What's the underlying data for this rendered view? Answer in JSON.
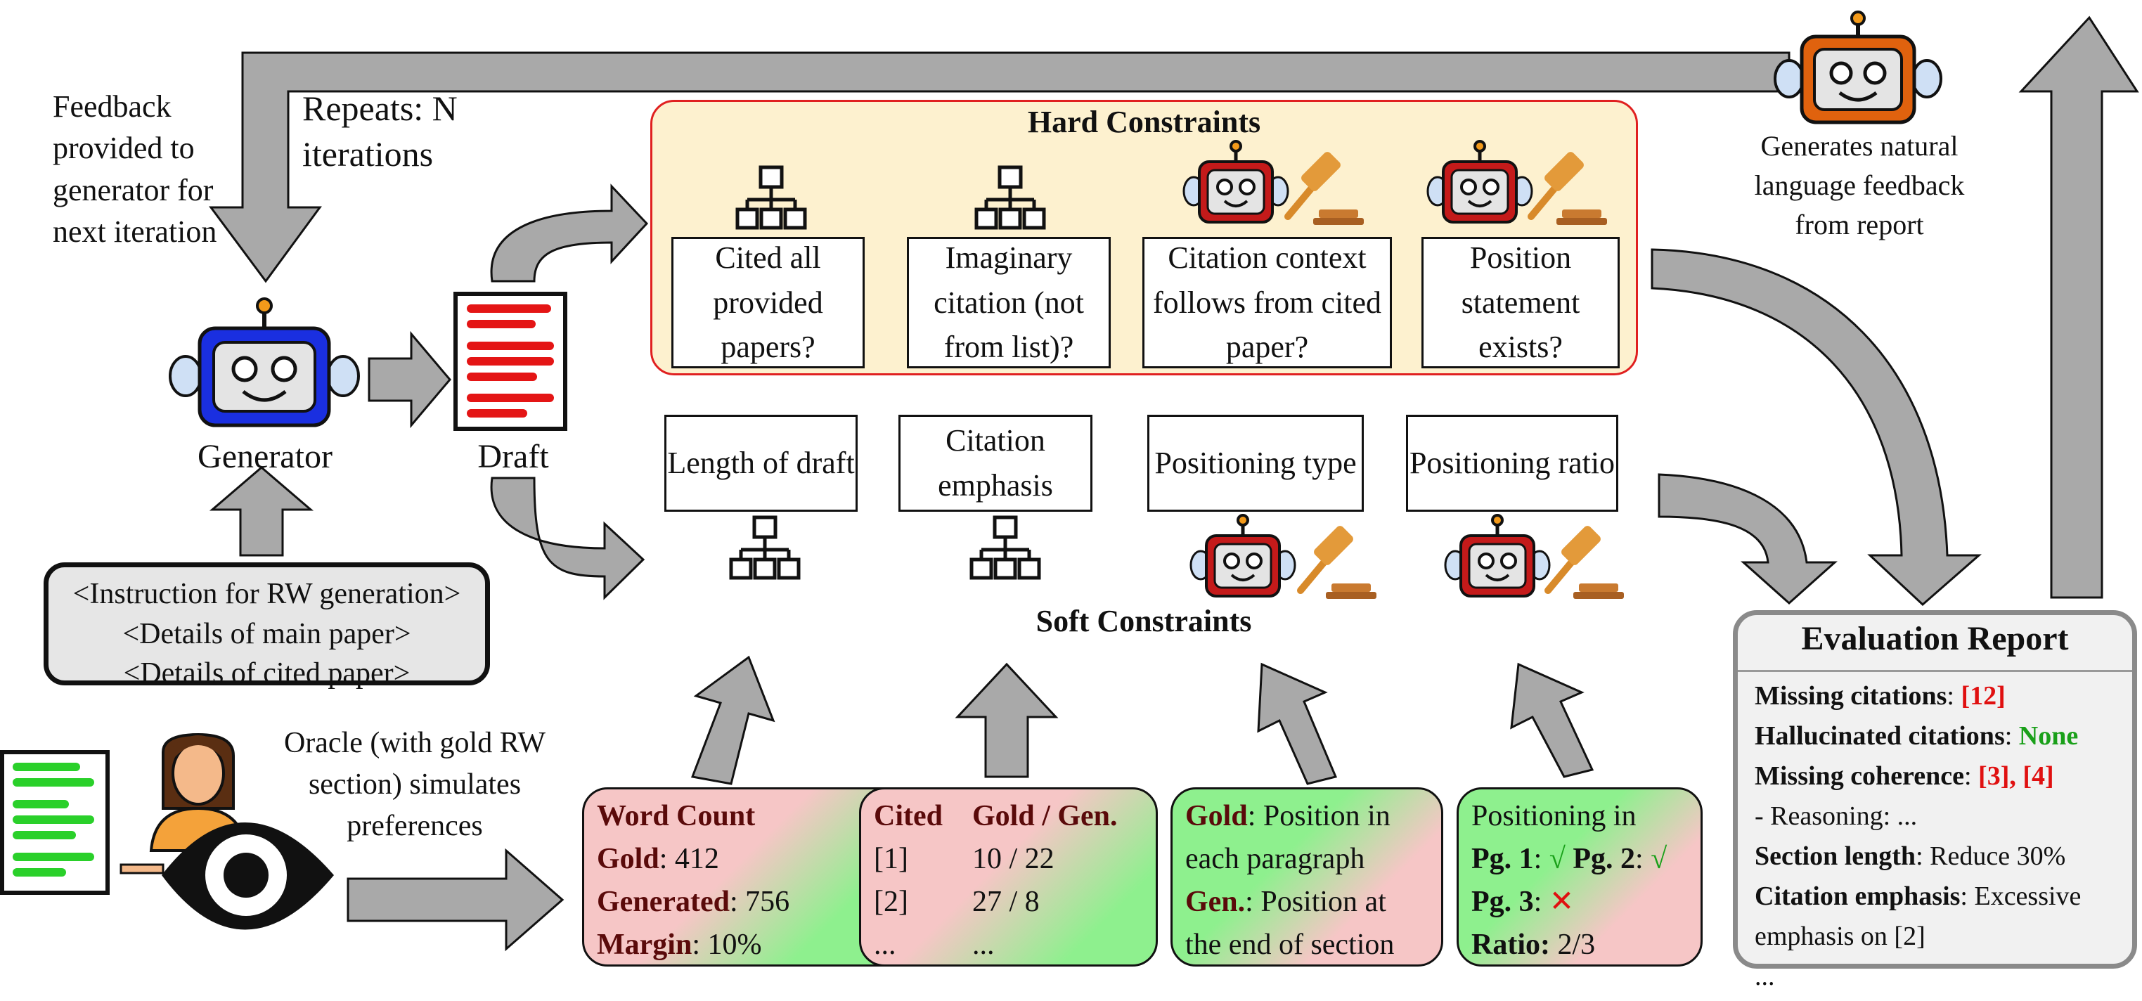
{
  "generator_label": "Generator",
  "draft_label": "Draft",
  "feedback_text": "Feedback provided to generator for next iteration",
  "repeats_text": "Repeats: N iterations",
  "report_robot_text": "Generates natural language feedback from report",
  "instructions": [
    "<Instruction for RW generation>",
    "<Details of main paper>",
    "<Details of cited paper>"
  ],
  "oracle_text": "Oracle (with gold RW section) simulates preferences",
  "hard": {
    "title": "Hard Constraints",
    "items": [
      {
        "label": "Cited all provided papers?",
        "check": "rule-based"
      },
      {
        "label": "Imaginary citation (not from list)?",
        "check": "rule-based"
      },
      {
        "label": "Citation context follows from cited paper?",
        "check": "llm-judge"
      },
      {
        "label": "Position statement exists?",
        "check": "llm-judge"
      }
    ]
  },
  "soft": {
    "title": "Soft Constraints",
    "items": [
      {
        "label": "Length of draft",
        "check": "rule-based"
      },
      {
        "label": "Citation emphasis",
        "check": "rule-based"
      },
      {
        "label": "Positioning type",
        "check": "llm-judge"
      },
      {
        "label": "Positioning ratio",
        "check": "llm-judge"
      }
    ]
  },
  "cards": {
    "word_count": {
      "title": "Word Count",
      "gold_label": "Gold",
      "gold_value": ": 412",
      "gen_label": "Generated",
      "gen_value": ": 756",
      "margin_label": "Margin",
      "margin_value": ": 10%"
    },
    "citation": {
      "col1": "Cited",
      "col2": "Gold / Gen.",
      "rows": [
        {
          "cited": "[1]",
          "value": "10 / 22"
        },
        {
          "cited": "[2]",
          "value": "27 / 8"
        },
        {
          "cited": "...",
          "value": "..."
        }
      ]
    },
    "position": {
      "gold_label": "Gold",
      "gold_text": ": Position in each paragraph",
      "gen_label": "Gen.",
      "gen_text": ": Position at the end of  section"
    },
    "ratio": {
      "title": "Positioning in",
      "pg1": "Pg. 1",
      "pg1_mark": "√",
      "pg2": "Pg. 2",
      "pg2_mark": "√",
      "pg3": "Pg. 3",
      "pg3_mark": "✕",
      "ratio_label": "Ratio:",
      "ratio_value": "2/3"
    }
  },
  "report": {
    "title": "Evaluation Report",
    "missing_citations_label": "Missing citations",
    "missing_citations_value": "[12]",
    "hallucinated_label": "Hallucinated citations",
    "hallucinated_value": "None",
    "coherence_label": "Missing coherence",
    "coherence_value": "[3], [4]",
    "reasoning": " - Reasoning: ...",
    "length_label": "Section length",
    "length_value": ": Reduce 30%",
    "emphasis_label": "Citation emphasis",
    "emphasis_value": ": Excessive emphasis on [2]",
    "ellipsis": "..."
  },
  "colors": {
    "hard_panel": "#fdf1cf",
    "soft_panel": "#a9c9fb",
    "panel_border": "#e02020",
    "arrow": "#a9a9a9",
    "generator_robot": "#1a2fe0",
    "report_robot": "#e0620e",
    "judge_robot": "#c41a1a",
    "card_green": "#8ef08e",
    "card_pink": "#f6c6c6",
    "report_bg": "#f1f1f1"
  },
  "icons": [
    "hierarchy-icon",
    "robot-judge-icon",
    "gavel-icon",
    "eye-icon",
    "person-icon",
    "document-icon"
  ]
}
